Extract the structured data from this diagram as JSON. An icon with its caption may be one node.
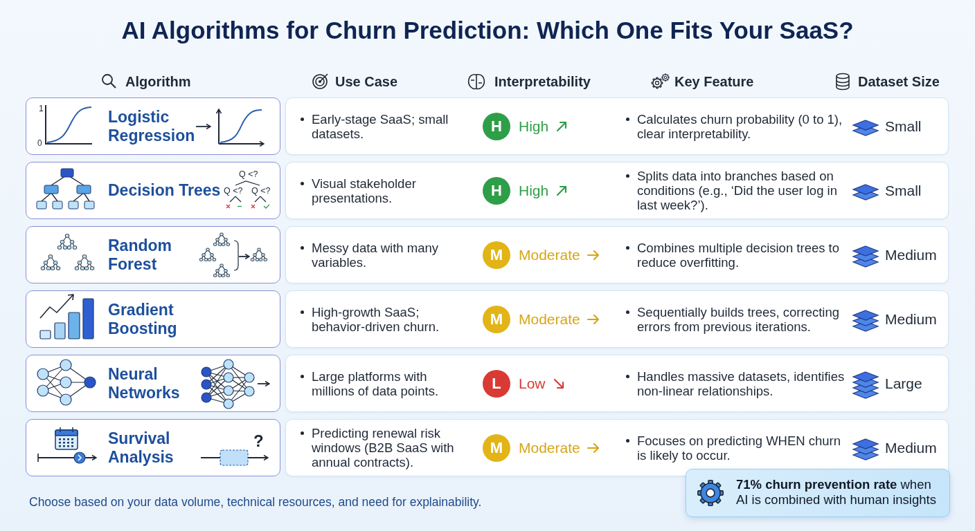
{
  "diagram": {
    "title": "AI Algorithms for Churn Prediction: Which One Fits Your SaaS?",
    "caption": "Choose based on your data volume, technical resources, and need for explainability.",
    "nodes": [
      {
        "text": [
          "Logistic Regression"
        ]
      },
      {
        "text": [
          "Early-stage SaaS; small datasets.",
          "H",
          "High",
          "Calculates churn probability (0 to 1), clear interpretability.",
          "Small"
        ]
      },
      {
        "text": [
          "Decision Trees"
        ]
      },
      {
        "text": [
          "Visual stakeholder presentations.",
          "H",
          "High",
          "Splits data into branches based on conditions (e.g., ‘Did the user log in last week?’).",
          "Small"
        ]
      },
      {
        "text": [
          "Random Forest"
        ]
      },
      {
        "text": [
          "Messy data with many variables.",
          "M",
          "Moderate",
          "Combines multiple decision trees to reduce overfitting.",
          "Medium"
        ]
      },
      {
        "text": [
          "Gradient Boosting"
        ]
      },
      {
        "text": [
          "High-growth SaaS; behavior-driven churn.",
          "M",
          "Moderate",
          "Sequentially builds trees, correcting errors from previous iterations.",
          "Medium"
        ]
      },
      {
        "text": [
          "Neural Networks"
        ]
      },
      {
        "text": [
          "Large platforms with millions of data points.",
          "L",
          "Low",
          "Handles massive datasets, identifies non-linear relationships.",
          "Large"
        ]
      },
      {
        "text": [
          "Survival Analysis"
        ]
      },
      {
        "text": [
          "Predicting renewal risk windows (B2B SaaS with annual contracts).",
          "M",
          "Moderate",
          "Focuses on predicting WHEN churn is likely to occur.",
          "Medium"
        ]
      },
      {
        "text": [
          "**71% churn prevention rate** when AI is combined with human insights"
        ]
      }
    ],
    "edges": [],
    "labels": [
      "Algorithm",
      "Use Case",
      "Interpretability",
      "Key Feature",
      "Dataset Size",
      "1",
      "0",
      "Q <?",
      "Q <?",
      "Q <?",
      "?"
    ]
  }
}
